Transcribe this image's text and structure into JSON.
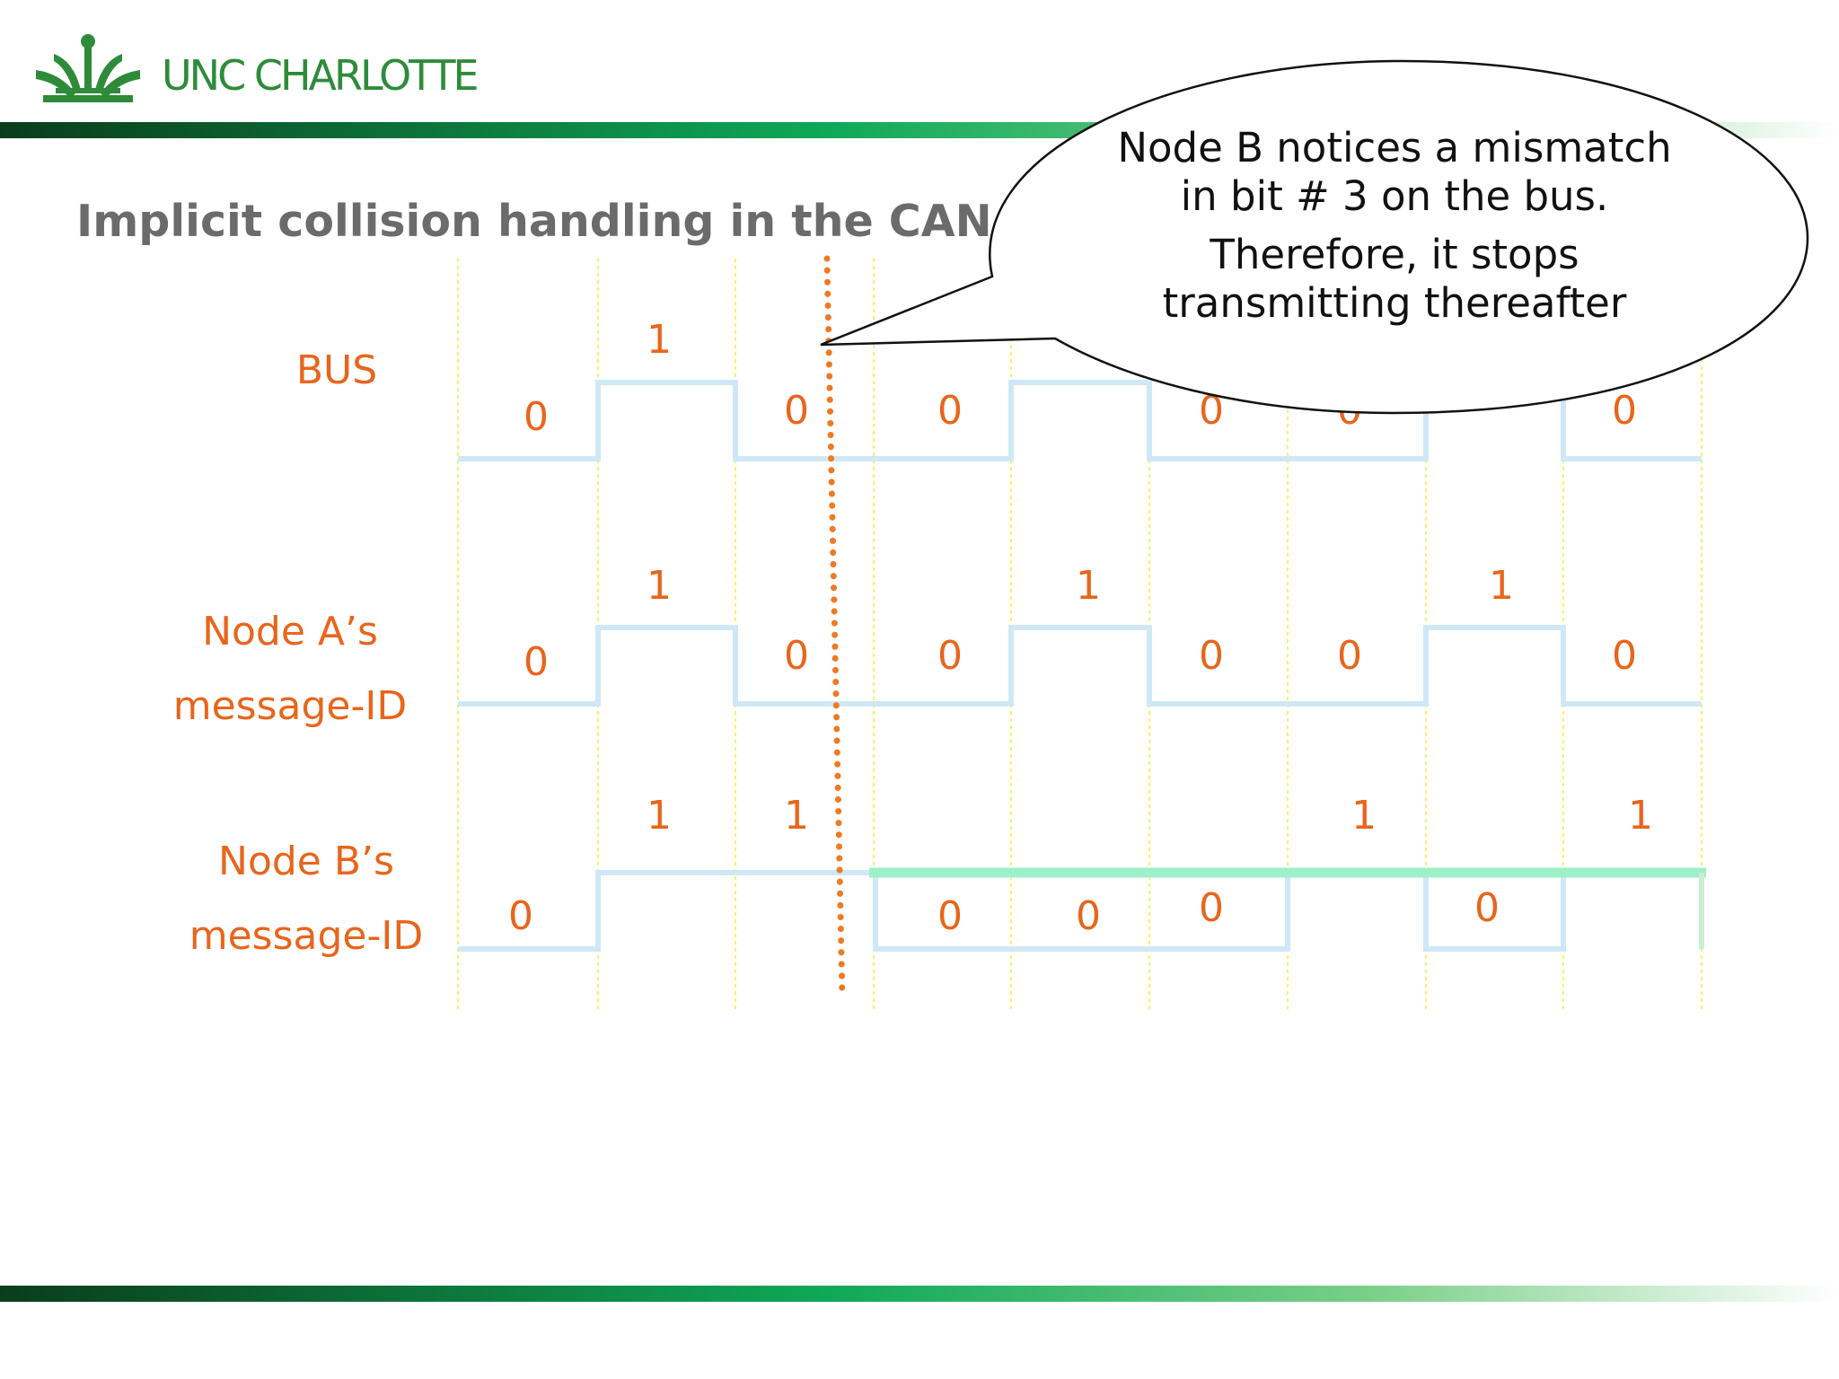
{
  "header": {
    "logo_text": "UNC CHARLOTTE",
    "title": "Implicit collision handling in the CAN bus"
  },
  "callout": {
    "lines": [
      "Node B notices a mismatch",
      "in bit # 3 on the bus.",
      "Therefore, it stops",
      "transmitting thereafter"
    ]
  },
  "rows": [
    {
      "id": "bus",
      "label_lines": [
        "BUS"
      ],
      "bits": [
        "0",
        "1",
        "0",
        "0",
        "1",
        "0",
        "0",
        "1",
        "0"
      ]
    },
    {
      "id": "node-a",
      "label_lines": [
        "Node A’s",
        "message-ID"
      ],
      "bits": [
        "0",
        "1",
        "0",
        "0",
        "1",
        "0",
        "0",
        "1",
        "0"
      ]
    },
    {
      "id": "node-b",
      "label_lines": [
        "Node B’s",
        "message-ID"
      ],
      "bits": [
        "0",
        "1",
        "1",
        "0",
        "0",
        "0",
        "1",
        "0",
        "1"
      ],
      "stopped_after_bit": 3
    }
  ],
  "colors": {
    "signal": "#cfe8f6",
    "stopped_signal": "#9df0c8",
    "gridline": "#f3f36a",
    "divider": "#ee7a22",
    "label": "#e8651c",
    "title": "#6b6b6b",
    "logo": "#2e8b3a",
    "band_dark": "#0a3d1c",
    "band_mid": "#0fa858"
  }
}
